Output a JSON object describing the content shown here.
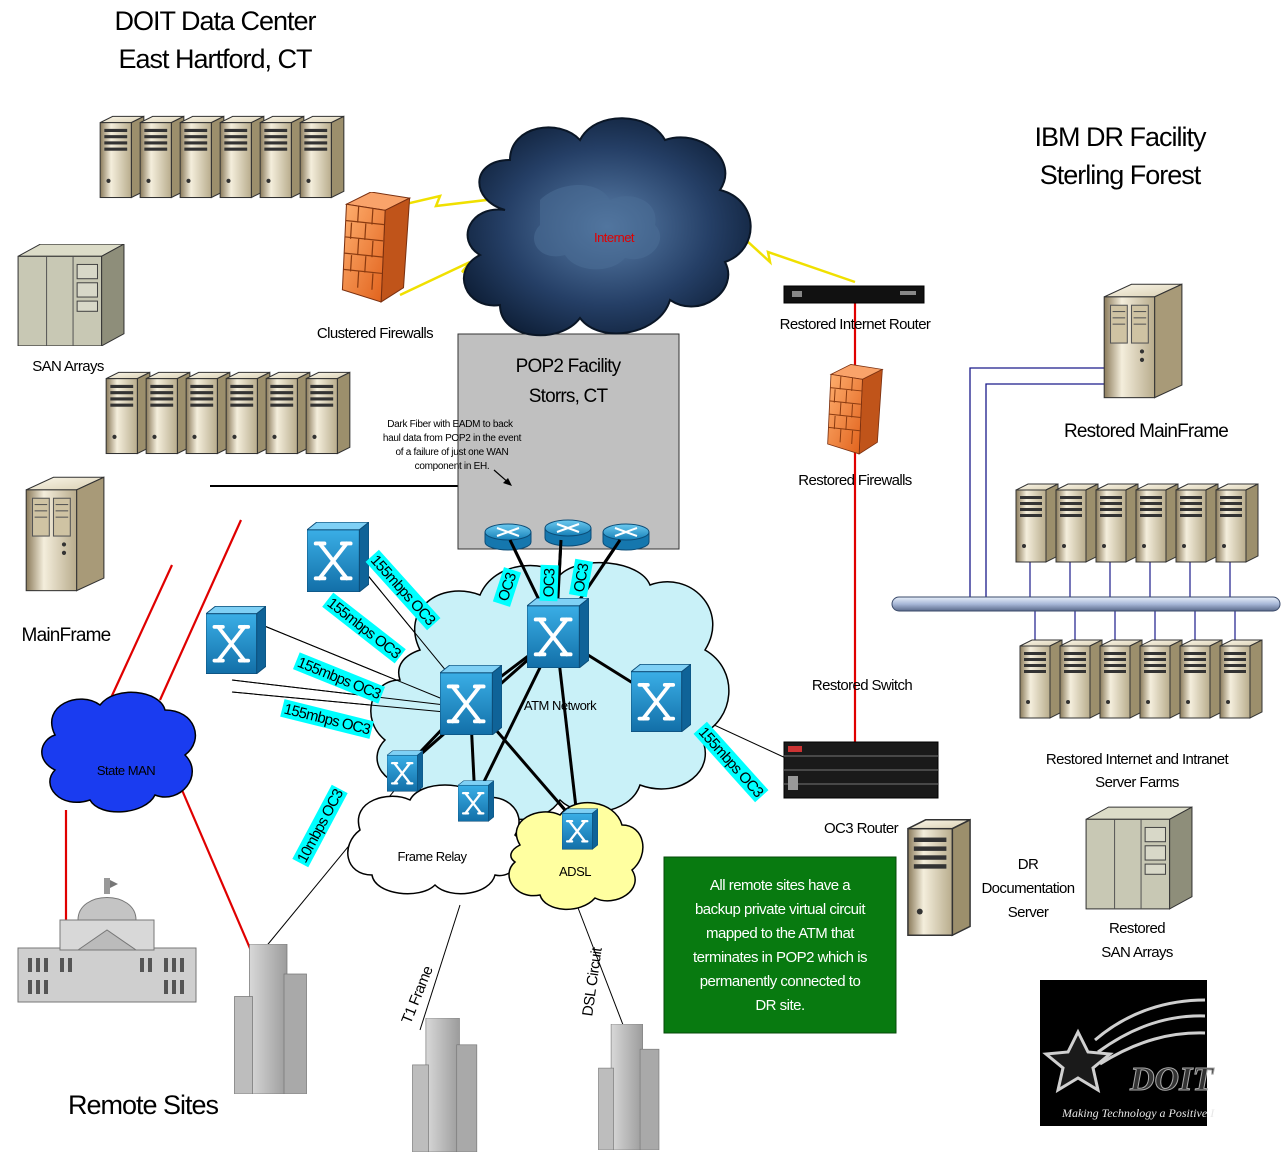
{
  "title_doit": [
    "DOIT Data Center",
    "East Hartford, CT"
  ],
  "title_ibm": [
    "IBM DR Facility",
    "Sterling Forest"
  ],
  "cloud_internet": "Internet",
  "label_clustered_firewalls": "Clustered Firewalls",
  "label_san_arrays": "SAN Arrays",
  "label_mainframe": "MainFrame",
  "pop2": [
    "POP2 Facility",
    "Storrs, CT"
  ],
  "dark_fiber_note": [
    "Dark Fiber with EADM to back",
    "haul data from POP2 in the event",
    "of a failure of just one WAN",
    "component in EH."
  ],
  "label_restored_internet_router": "Restored Internet Router",
  "label_restored_firewalls": "Restored Firewalls",
  "label_restored_mainframe": "Restored MainFrame",
  "label_restored_switch": "Restored Switch",
  "label_oc3_router": "OC3 Router",
  "label_restored_server_farms": [
    "Restored Internet and Intranet",
    "Server Farms"
  ],
  "label_dr_doc_server": [
    "DR",
    "Documentation",
    "Server"
  ],
  "label_restored_san": [
    "Restored",
    "SAN Arrays"
  ],
  "cloud_atm": "ATM Network",
  "cloud_state_man": "State MAN",
  "cloud_frame_relay": "Frame Relay",
  "cloud_adsl": "ADSL",
  "link_labels": {
    "oc3_a": "OC3",
    "oc3_b": "OC3",
    "oc3_c": "OC3",
    "l155_1": "155mbps OC3",
    "l155_2": "155mbps OC3",
    "l155_3": "155mbps OC3",
    "l155_4": "155mbps OC3",
    "l155_5": "155mbps OC3",
    "l10": "10mbps OC3"
  },
  "label_t1_frame": "T1 Frame",
  "label_dsl_circuit": "DSL Circuit",
  "green_note": [
    "All remote sites have a",
    "backup private virtual circuit",
    "mapped to the ATM that",
    "terminates in POP2 which is",
    "permanently connected to",
    "DR site."
  ],
  "label_remote_sites": "Remote Sites",
  "logo_text": "DOIT",
  "logo_tagline": "Making Technology a Positive I",
  "colors": {
    "cyan_label": "#00ffff",
    "firewall": "#f07a2a",
    "switch": "#1f8fc8",
    "atm_cloud": "#c9f1f8",
    "state_man": "#1a3cf0",
    "adsl": "#ffffa0",
    "green_note": "#087a10",
    "pop2_box": "#c0c0c0",
    "red_link": "#e00000"
  }
}
